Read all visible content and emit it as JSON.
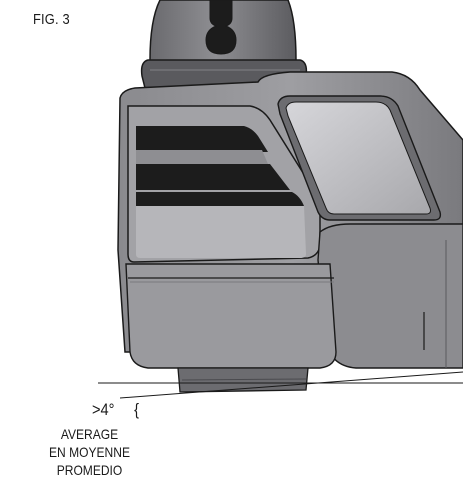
{
  "figure": {
    "label": "FIG. 3",
    "angle": ">4°",
    "brace": "{",
    "caption": [
      "AVERAGE",
      "EN MOYENNE",
      "PROMEDIO"
    ]
  },
  "colors": {
    "body_mid": "#9a9a9e",
    "body_dark": "#6e6e72",
    "body_light": "#b4b4b8",
    "outline": "#1a1a1a",
    "window_black": "#1c1c1c",
    "lens_light": "#c8c8cc"
  }
}
